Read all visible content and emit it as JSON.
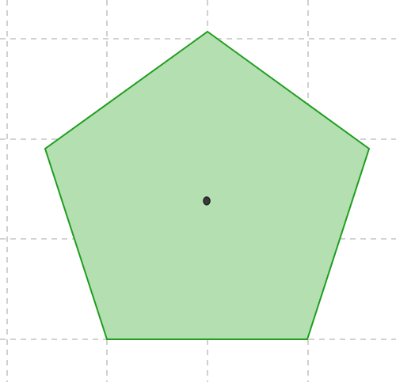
{
  "colors": {
    "background": "#ffffff",
    "grid": "#c4c4c4",
    "polygon_fill": "#b3dfb0",
    "polygon_stroke": "#1f9e1f",
    "center_point_fill": "#3a3a3a",
    "center_point_stroke": "#1a1a1a"
  },
  "shapes": {
    "polygon": {
      "type": "regular-pentagon",
      "sides": 5
    },
    "center_point": {
      "visible": true
    }
  },
  "grid": {
    "style": "dashed",
    "visible": true
  }
}
